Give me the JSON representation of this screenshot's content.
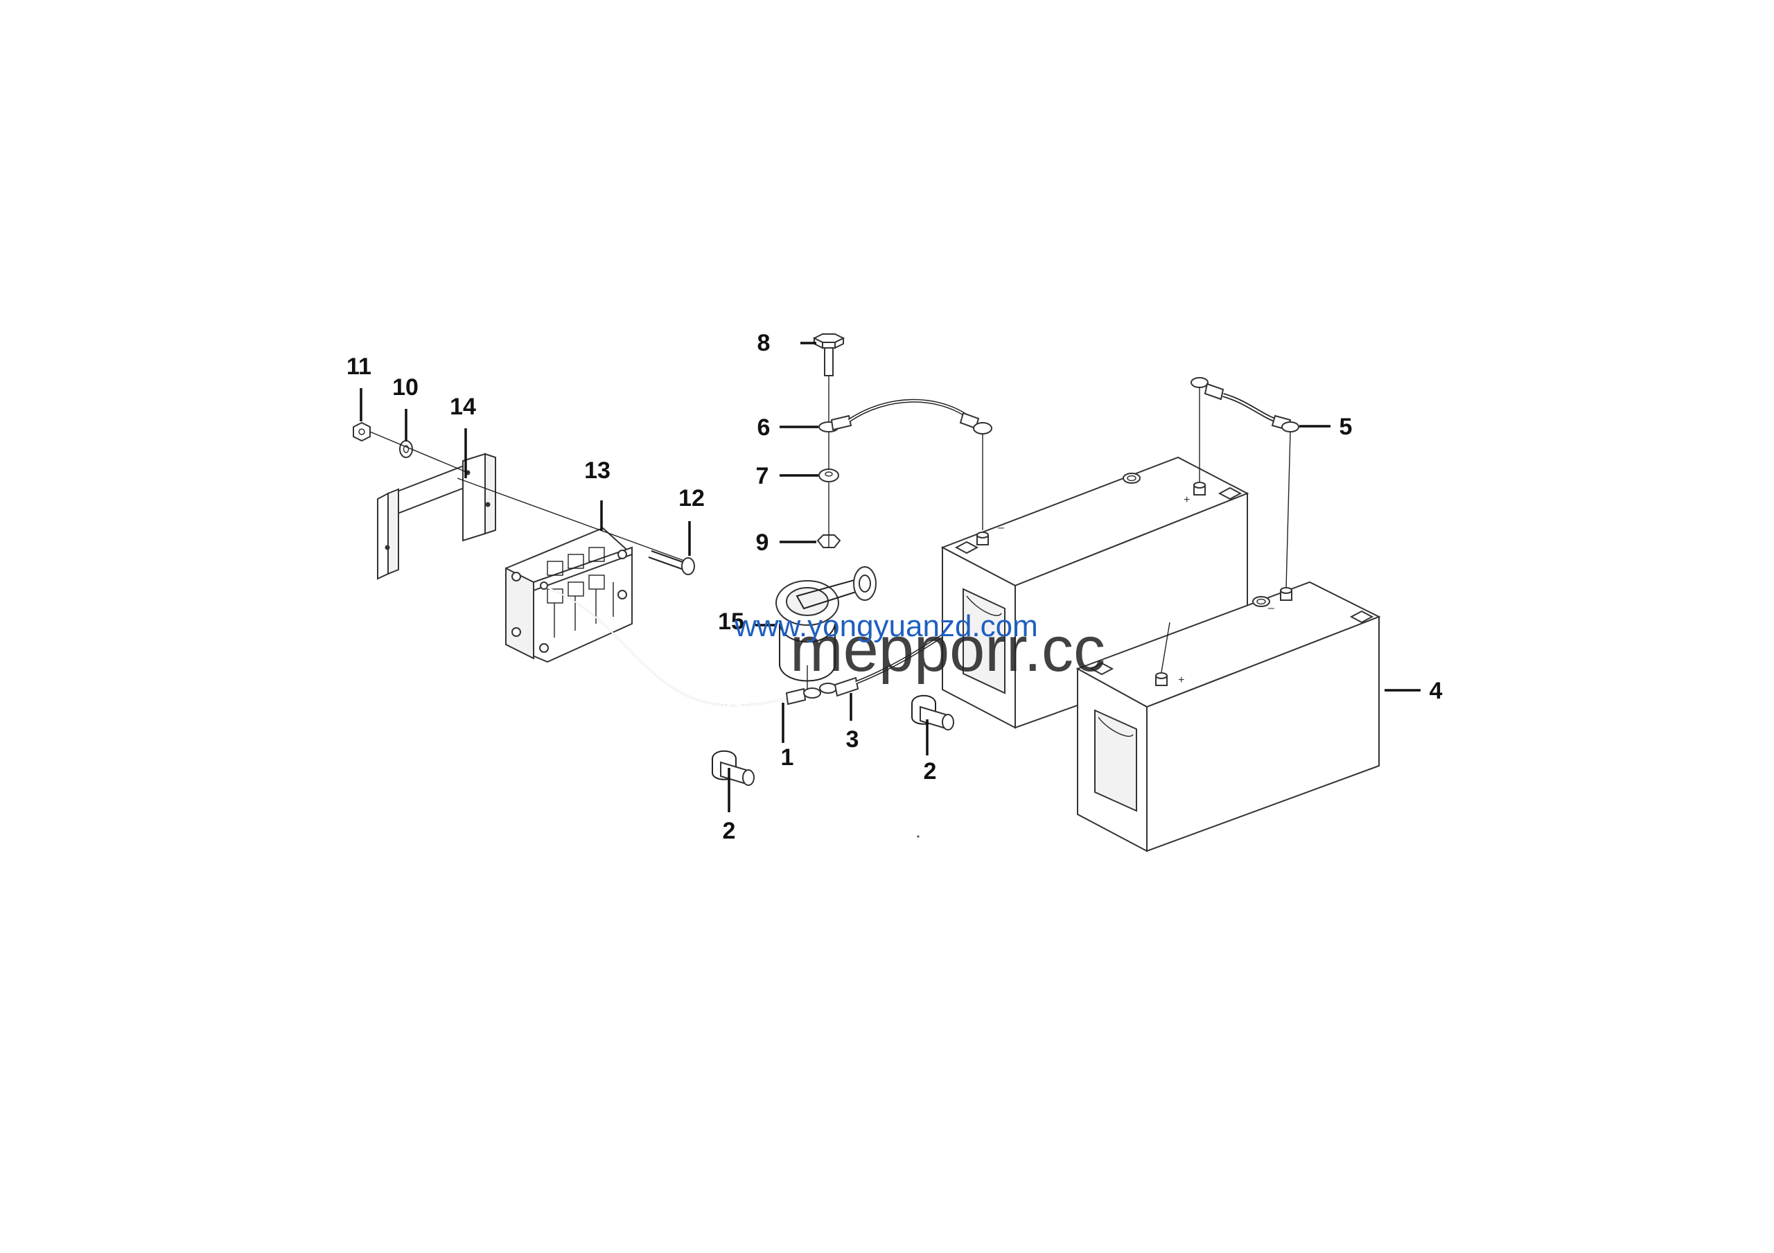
{
  "callouts": [
    {
      "id": "1",
      "label": "1"
    },
    {
      "id": "2a",
      "label": "2"
    },
    {
      "id": "2b",
      "label": "2"
    },
    {
      "id": "3",
      "label": "3"
    },
    {
      "id": "4",
      "label": "4"
    },
    {
      "id": "5",
      "label": "5"
    },
    {
      "id": "6",
      "label": "6"
    },
    {
      "id": "7",
      "label": "7"
    },
    {
      "id": "8",
      "label": "8"
    },
    {
      "id": "9",
      "label": "9"
    },
    {
      "id": "10",
      "label": "10"
    },
    {
      "id": "11",
      "label": "11"
    },
    {
      "id": "12",
      "label": "12"
    },
    {
      "id": "13",
      "label": "13"
    },
    {
      "id": "14",
      "label": "14"
    },
    {
      "id": "15",
      "label": "15"
    }
  ],
  "terminal_marks": {
    "minus": "–",
    "plus": "+"
  },
  "watermark": {
    "line1": "www.yongyuanzd.com",
    "line2": "mepporr.cc",
    "color1": "#1f5fbf",
    "color2": "#222222"
  },
  "colors": {
    "line": "#222222",
    "background": "#ffffff"
  }
}
